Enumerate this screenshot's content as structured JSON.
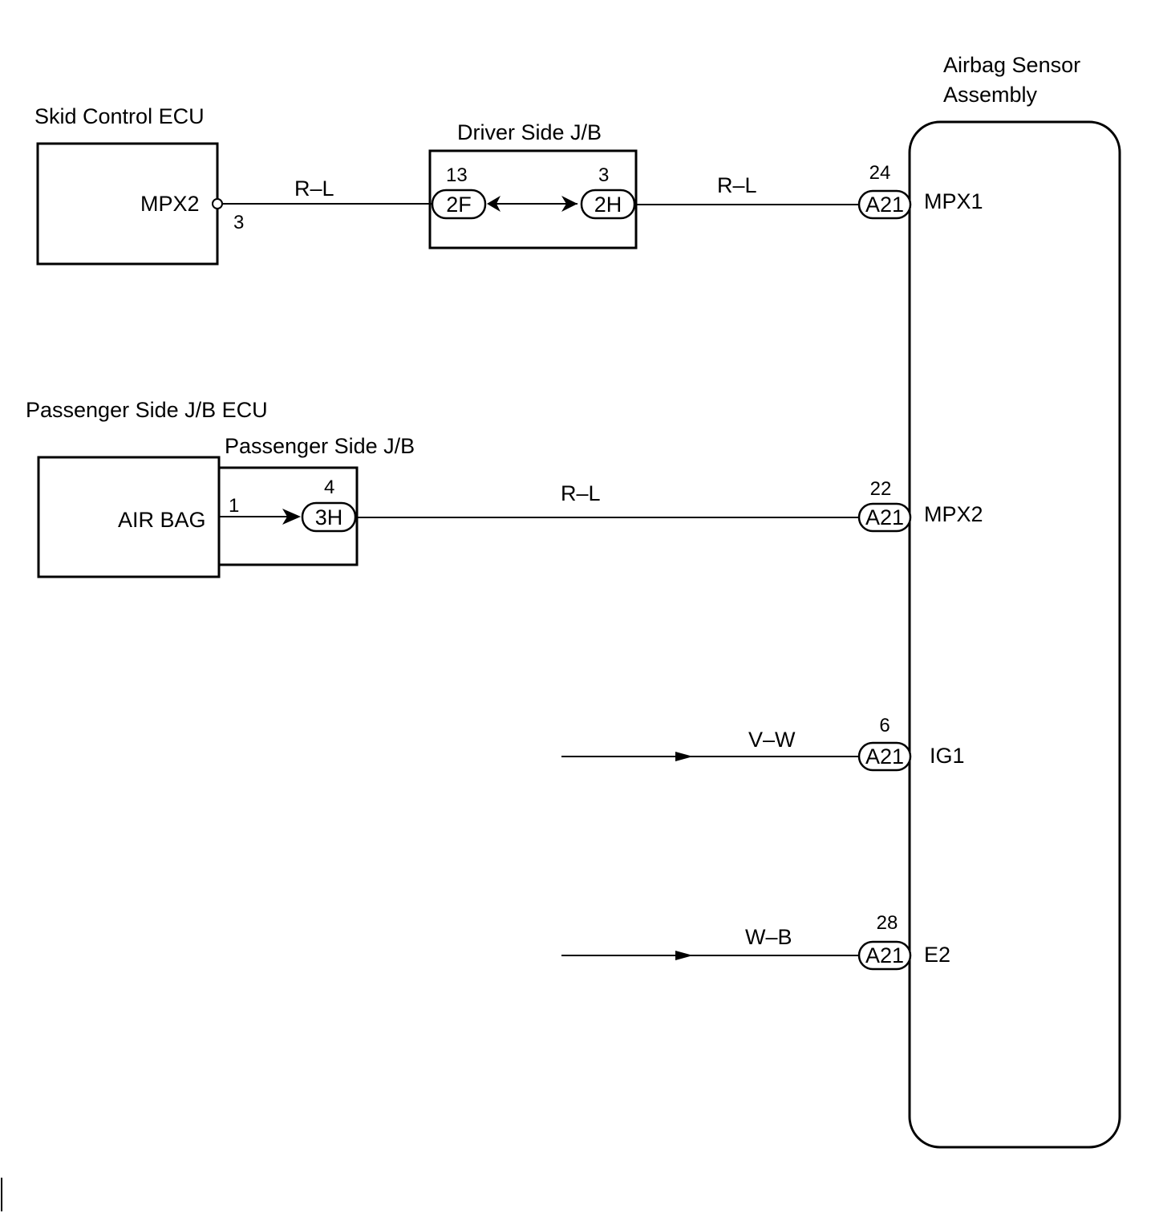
{
  "components": {
    "airbag_sensor": {
      "title_line1": "Airbag Sensor",
      "title_line2": "Assembly"
    },
    "skid_ecu": {
      "title": "Skid Control ECU",
      "terminal": "MPX2",
      "pin": "3"
    },
    "driver_jb": {
      "title": "Driver Side J/B",
      "left_conn": "2F",
      "left_pin": "13",
      "right_conn": "2H",
      "right_pin": "3"
    },
    "pass_jb_ecu": {
      "title": "Passenger Side J/B ECU",
      "terminal": "AIR BAG",
      "pin": "1"
    },
    "pass_jb": {
      "title": "Passenger Side J/B",
      "conn": "3H",
      "pin": "4"
    }
  },
  "wires": {
    "w1_color": "R–L",
    "w2_color": "R–L",
    "w3_color": "R–L",
    "w4_color": "V–W",
    "w5_color": "W–B"
  },
  "sensor_pins": [
    {
      "pin": "24",
      "conn": "A21",
      "terminal": "MPX1"
    },
    {
      "pin": "22",
      "conn": "A21",
      "terminal": "MPX2"
    },
    {
      "pin": "6",
      "conn": "A21",
      "terminal": "IG1"
    },
    {
      "pin": "28",
      "conn": "A21",
      "terminal": "E2"
    }
  ]
}
